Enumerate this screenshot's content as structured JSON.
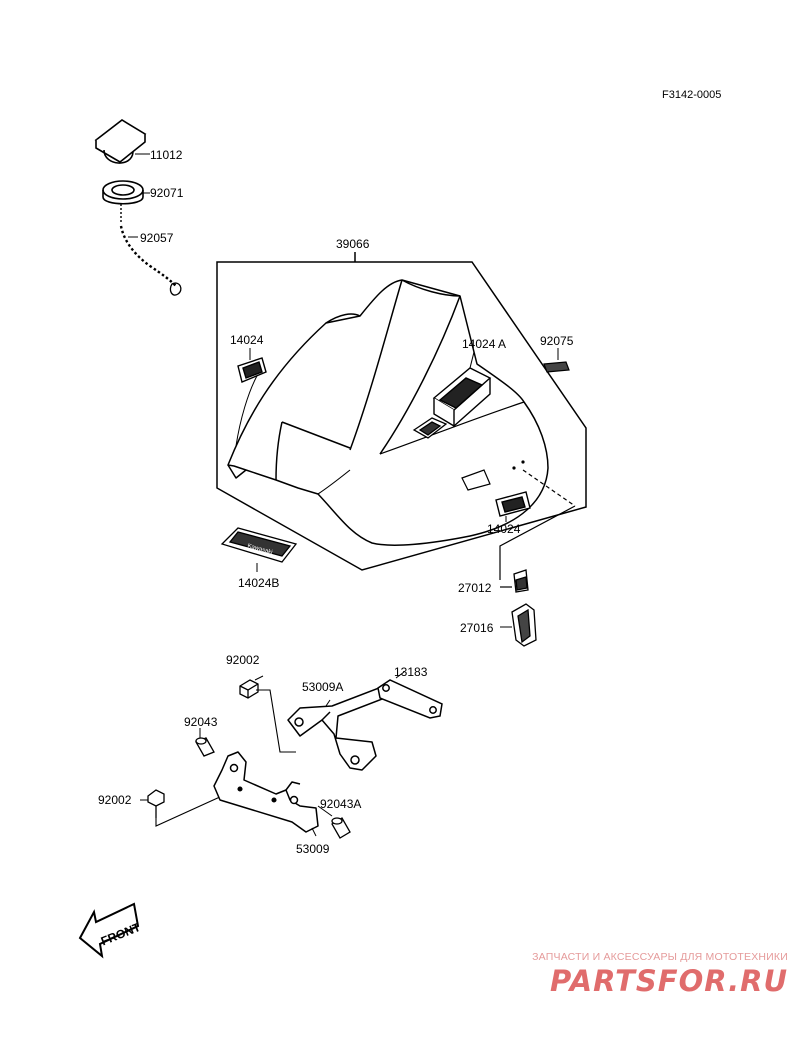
{
  "diagram_code": "F3142-0005",
  "parts": {
    "p11012": "11012",
    "p92071": "92071",
    "p92057": "92057",
    "p39066": "39066",
    "p14024_left": "14024",
    "p14024A": "14024 A",
    "p92075": "92075",
    "p14024_lower": "14024",
    "p14024B": "14024B",
    "p27012": "27012",
    "p27016": "27016",
    "p92002_top": "92002",
    "p53009A": "53009A",
    "p13183": "13183",
    "p92043": "92043",
    "p92002_bottom": "92002",
    "p92043A": "92043A",
    "p53009": "53009"
  },
  "decal_text": "Kawasaki",
  "front_arrow_label": "FRONT",
  "watermark": {
    "tagline": "ЗАПЧАСТИ И АКСЕССУАРЫ ДЛЯ МОТОТЕХНИКИ",
    "site": "PARTSFOR.RU"
  }
}
